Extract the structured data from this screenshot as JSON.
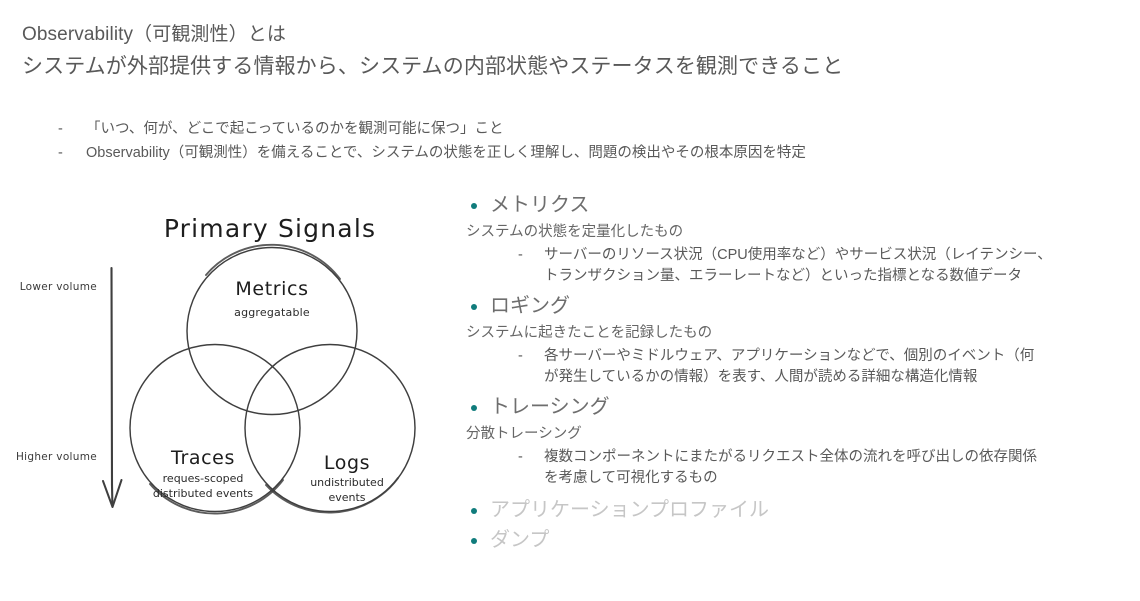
{
  "header": {
    "line1": "Observability（可観測性）とは",
    "line2": "システムが外部提供する情報から、システムの内部状態やステータスを観測できること"
  },
  "intro_bullets": [
    {
      "marker": "-",
      "text": "「いつ、何が、どこで起こっているのかを観測可能に保つ」こと"
    },
    {
      "marker": "-",
      "text": "Observability（可観測性）を備えることで、システムの状態を正しく理解し、問題の検出やその根本原因を特定"
    }
  ],
  "venn": {
    "title": "Primary Signals",
    "axis": {
      "top_label": "Lower volume",
      "bottom_label": "Higher volume"
    },
    "circles": [
      {
        "name": "Metrics",
        "subtitle": "aggregatable"
      },
      {
        "name": "Traces",
        "subtitle_line1": "reques-scoped",
        "subtitle_line2": "distributed events"
      },
      {
        "name": "Logs",
        "subtitle_line1": "undistributed",
        "subtitle_line2": "events"
      }
    ],
    "stroke_color": "#3f3f3f"
  },
  "signals": [
    {
      "title": "メトリクス",
      "faded": false,
      "desc": "システムの状態を定量化したもの",
      "sub": {
        "marker": "-",
        "line1": "サーバーのリソース状況（CPU使用率など）やサービス状況（レイテンシー、",
        "line2": "トランザクション量、エラーレートなど）といった指標となる数値データ"
      }
    },
    {
      "title": "ロギング",
      "faded": false,
      "desc": "システムに起きたことを記録したもの",
      "sub": {
        "marker": "-",
        "line1": "各サーバーやミドルウェア、アプリケーションなどで、個別のイベント（何",
        "line2": "が発生しているかの情報）を表す、人間が読める詳細な構造化情報"
      }
    },
    {
      "title": "トレーシング",
      "faded": false,
      "desc": "分散トレーシング",
      "sub": {
        "marker": "-",
        "line1": "複数コンポーネントにまたがるリクエスト全体の流れを呼び出しの依存関係",
        "line2": "を考慮して可視化するもの"
      }
    },
    {
      "title": "アプリケーションプロファイル",
      "faded": true,
      "desc": "",
      "sub": null
    },
    {
      "title": "ダンプ",
      "faded": true,
      "desc": "",
      "sub": null
    }
  ],
  "colors": {
    "bullet_accent": "#107c7c",
    "body_text": "#595959",
    "faded_text": "#c6c6c6",
    "background": "#ffffff"
  }
}
